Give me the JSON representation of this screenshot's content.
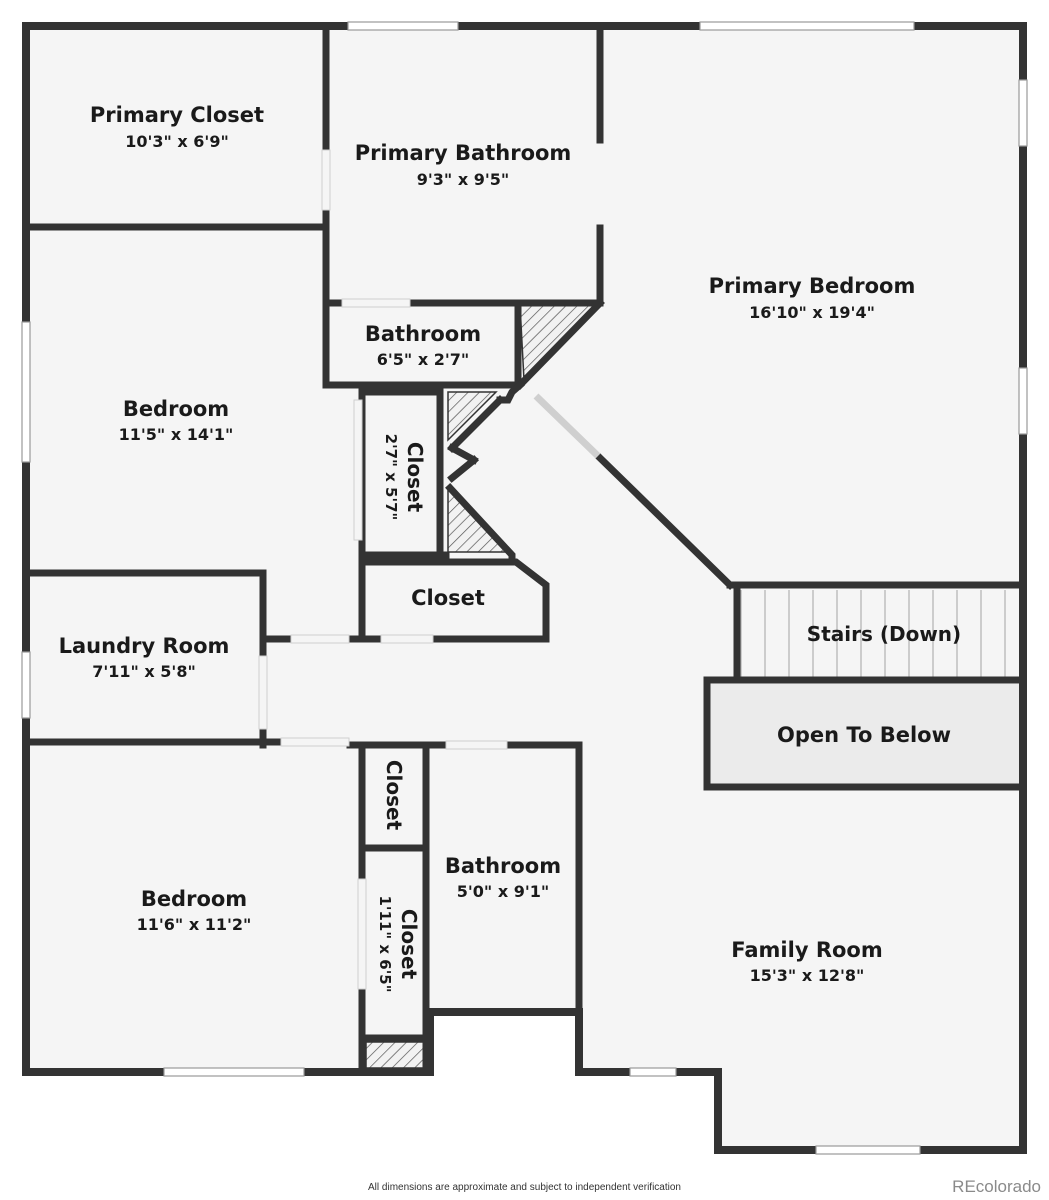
{
  "rooms": {
    "primary_closet": {
      "name": "Primary Closet",
      "dims": "10'3\" x 6'9\""
    },
    "primary_bathroom": {
      "name": "Primary Bathroom",
      "dims": "9'3\" x 9'5\""
    },
    "primary_bedroom": {
      "name": "Primary Bedroom",
      "dims": "16'10\" x 19'4\""
    },
    "bathroom_upper": {
      "name": "Bathroom",
      "dims": "6'5\" x 2'7\""
    },
    "bedroom_upper": {
      "name": "Bedroom",
      "dims": "11'5\" x 14'1\""
    },
    "closet_vertical": {
      "name": "Closet",
      "dims": "2'7\" x 5'7\""
    },
    "closet_mid": {
      "name": "Closet"
    },
    "laundry_room": {
      "name": "Laundry Room",
      "dims": "7'11\" x 5'8\""
    },
    "stairs": {
      "name": "Stairs (Down)"
    },
    "open_to_below": {
      "name": "Open To Below"
    },
    "closet_small": {
      "name": "Closet"
    },
    "bathroom_lower": {
      "name": "Bathroom",
      "dims": "5'0\" x 9'1\""
    },
    "bedroom_lower": {
      "name": "Bedroom",
      "dims": "11'6\" x 11'2\""
    },
    "closet_lower": {
      "name": "Closet",
      "dims": "1'11\" x 6'5\""
    },
    "family_room": {
      "name": "Family Room",
      "dims": "15'3\" x 12'8\""
    }
  },
  "footer": {
    "disclaimer": "All dimensions are approximate and subject to independent verification",
    "brand": "REcolorado"
  },
  "colors": {
    "floor": "#f5f5f5",
    "wall": "#333333",
    "open_to_below": "#ebebeb"
  }
}
